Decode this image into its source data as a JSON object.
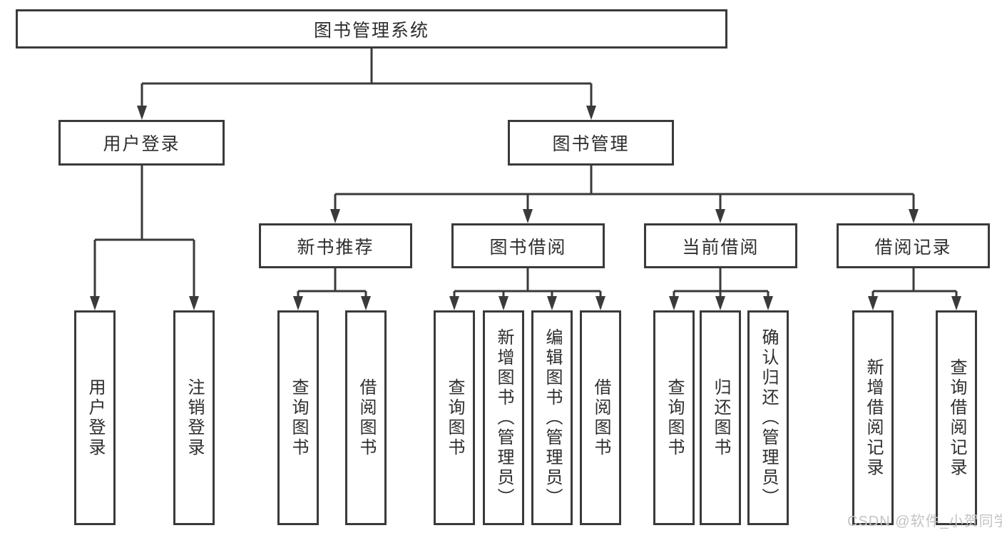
{
  "diagram_title": "图书管理系统",
  "watermark": "CSDN @软件_小贺同学",
  "colors": {
    "line": "#3a3a3a",
    "box_border": "#3a3a3a",
    "text": "#2e2e2e",
    "watermark": "#c4c4c4",
    "background": "#ffffff"
  },
  "tree": {
    "label": "图书管理系统",
    "children": [
      {
        "label": "用户登录",
        "children": [
          {
            "label": "用户登录"
          },
          {
            "label": "注销登录"
          }
        ]
      },
      {
        "label": "图书管理",
        "children": [
          {
            "label": "新书推荐",
            "children": [
              {
                "label": "查询图书"
              },
              {
                "label": "借阅图书"
              }
            ]
          },
          {
            "label": "图书借阅",
            "children": [
              {
                "label": "查询图书"
              },
              {
                "label": "新增图书（管理员）"
              },
              {
                "label": "编辑图书（管理员）"
              },
              {
                "label": "借阅图书"
              }
            ]
          },
          {
            "label": "当前借阅",
            "children": [
              {
                "label": "查询图书"
              },
              {
                "label": "归还图书"
              },
              {
                "label": "确认归还（管理员）"
              }
            ]
          },
          {
            "label": "借阅记录",
            "children": [
              {
                "label": "新增借阅记录"
              },
              {
                "label": "查询借阅记录"
              }
            ]
          }
        ]
      }
    ]
  }
}
